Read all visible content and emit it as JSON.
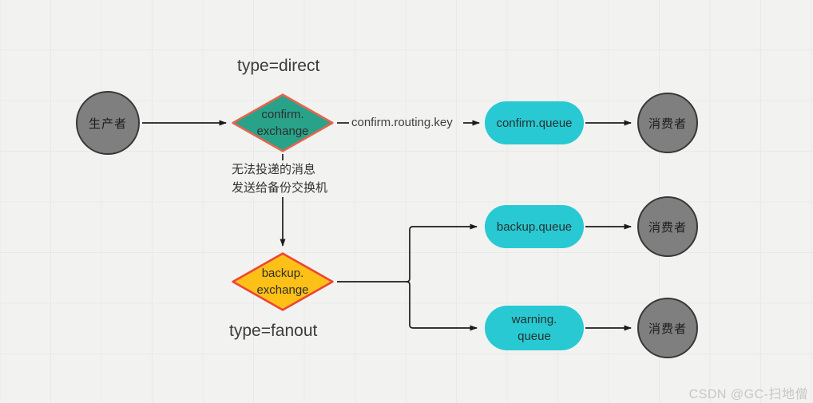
{
  "canvas": {
    "background": "#f2f2f1",
    "grid_color": "#e9e9e8",
    "line_color": "#1c1c1c"
  },
  "diagram": {
    "labels": {
      "type_direct": "type=direct",
      "type_fanout": "type=fanout",
      "routing_key": "confirm.routing.key",
      "undeliverable_note": "无法投递的消息\n发送给备份交换机"
    },
    "nodes": {
      "producer": {
        "label": "生产者",
        "fill": "#7f7f7f",
        "border": "#383838"
      },
      "confirm_exchange": {
        "label": "confirm.\nexchange",
        "fill": "#28a38a",
        "border": "#e5654d"
      },
      "backup_exchange": {
        "label": "backup.\nexchange",
        "fill": "#fcc016",
        "border": "#ee4434"
      },
      "confirm_queue": {
        "label": "confirm.queue",
        "fill": "#28c9d3"
      },
      "backup_queue": {
        "label": "backup.queue",
        "fill": "#28c9d3"
      },
      "warning_queue": {
        "label": "warning.\nqueue",
        "fill": "#28c9d3"
      },
      "consumer_1": {
        "label": "消费者",
        "fill": "#7f7f7f",
        "border": "#383838"
      },
      "consumer_2": {
        "label": "消费者",
        "fill": "#7f7f7f",
        "border": "#383838"
      },
      "consumer_3": {
        "label": "消费者",
        "fill": "#7f7f7f",
        "border": "#383838"
      }
    },
    "watermark": "CSDN @GC-扫地僧"
  }
}
